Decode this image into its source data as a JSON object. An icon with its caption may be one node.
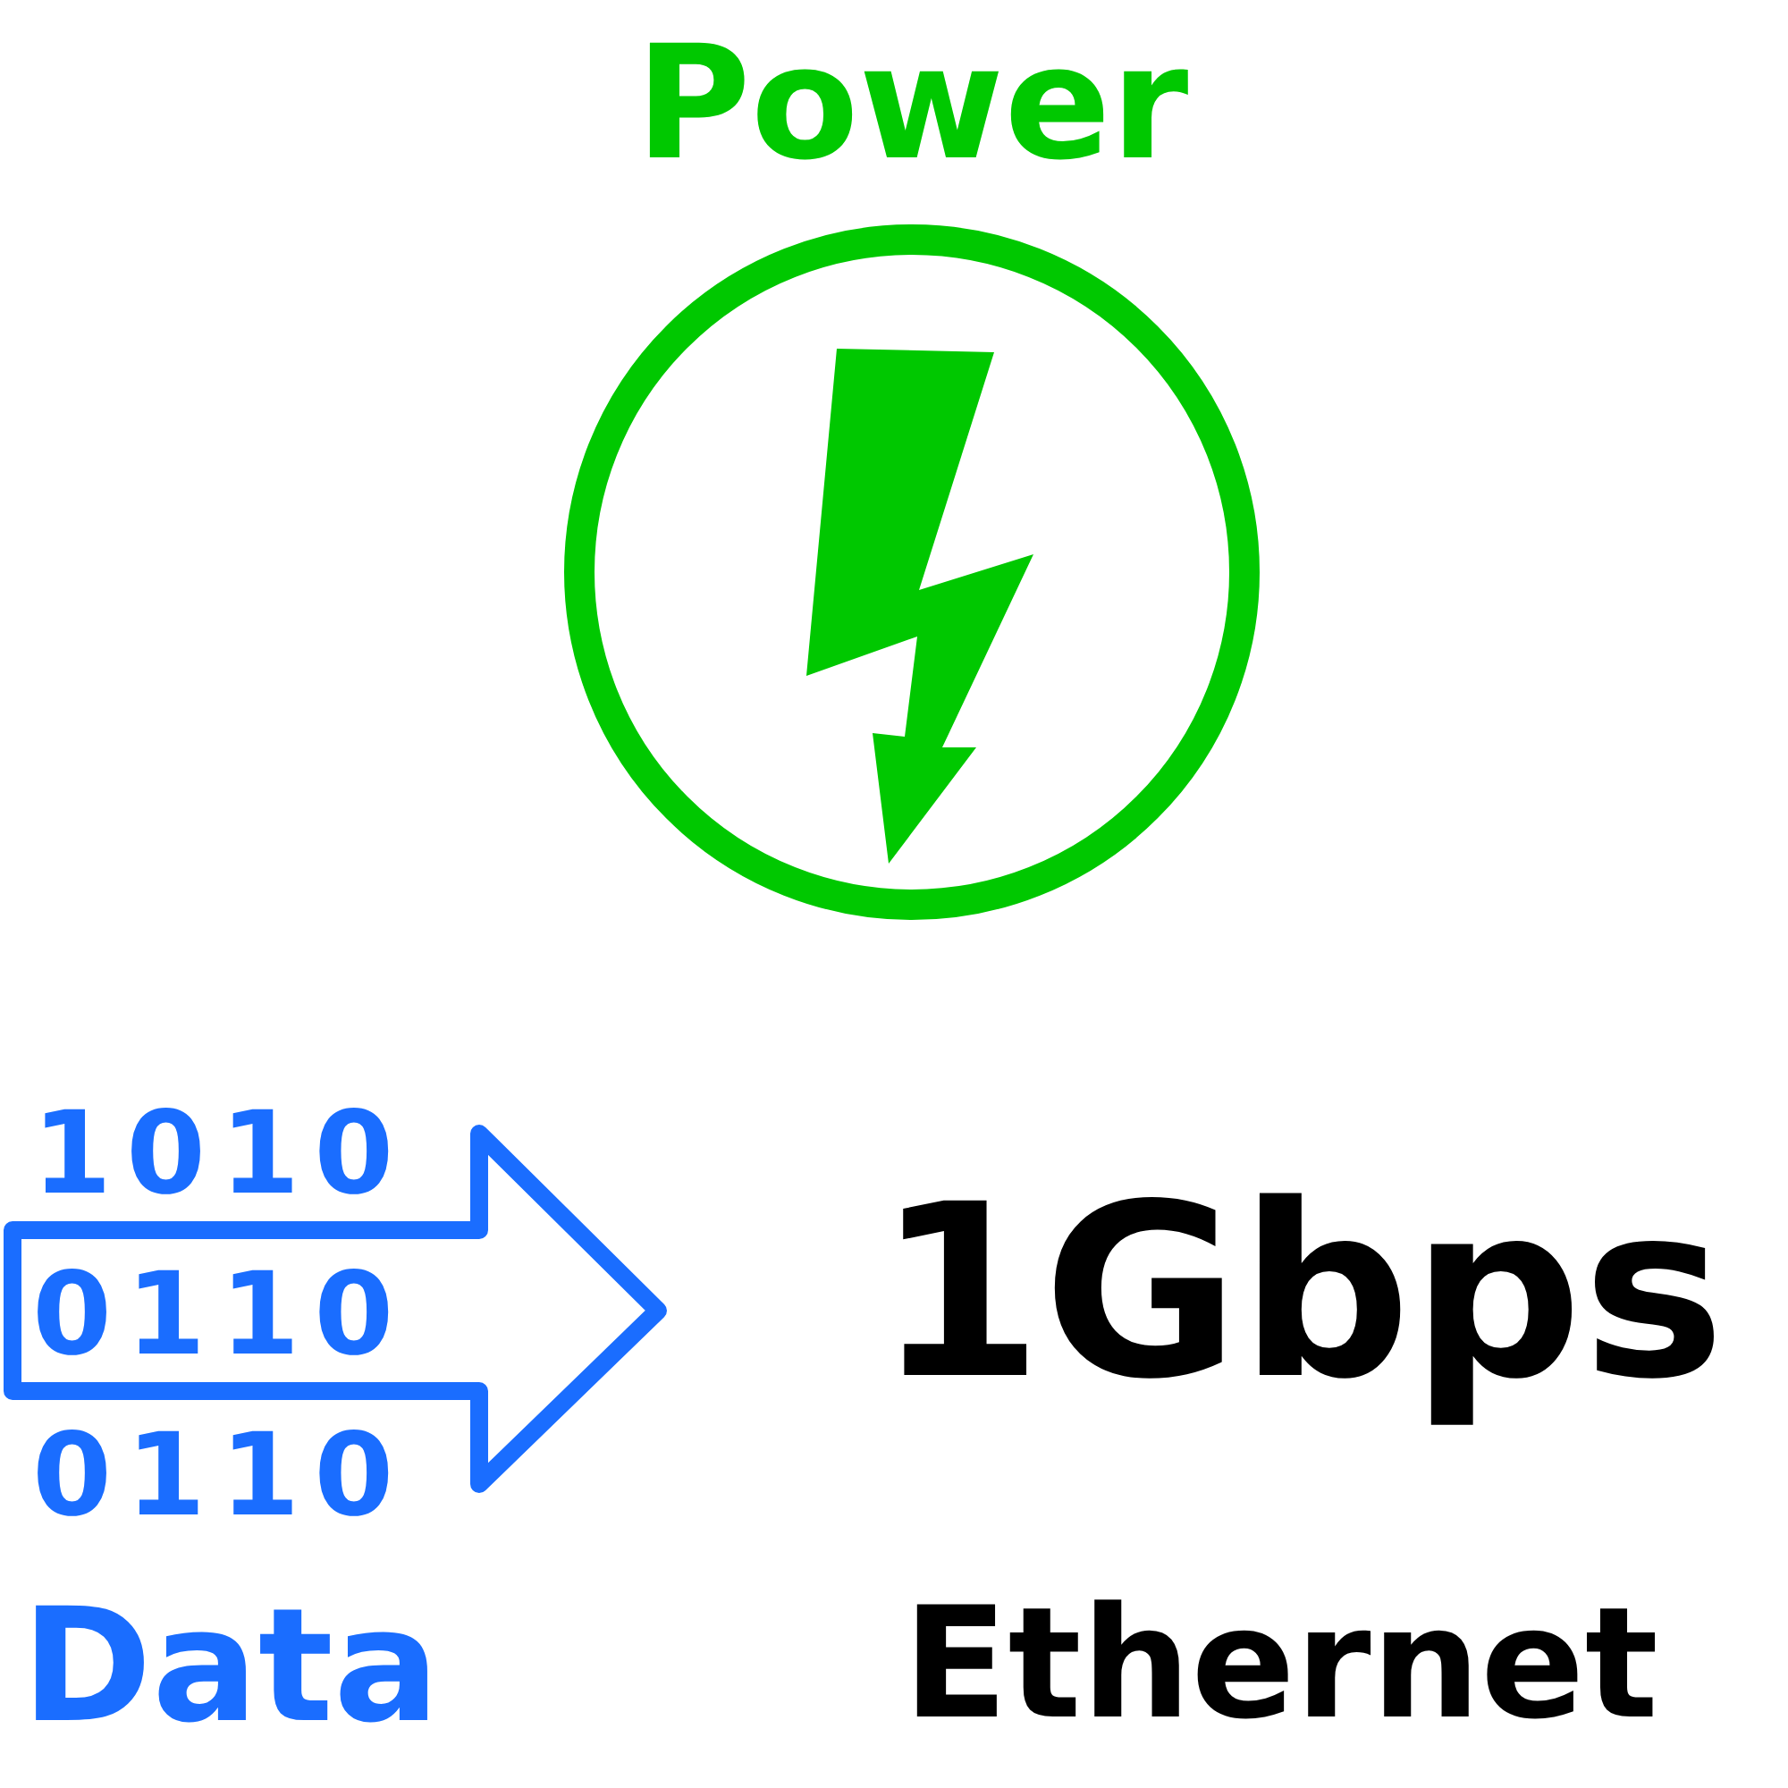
{
  "diagram": {
    "labels": [
      "Power",
      "1010",
      "0110",
      "0110",
      "Data",
      "1Gbps",
      "Ethernet"
    ]
  }
}
